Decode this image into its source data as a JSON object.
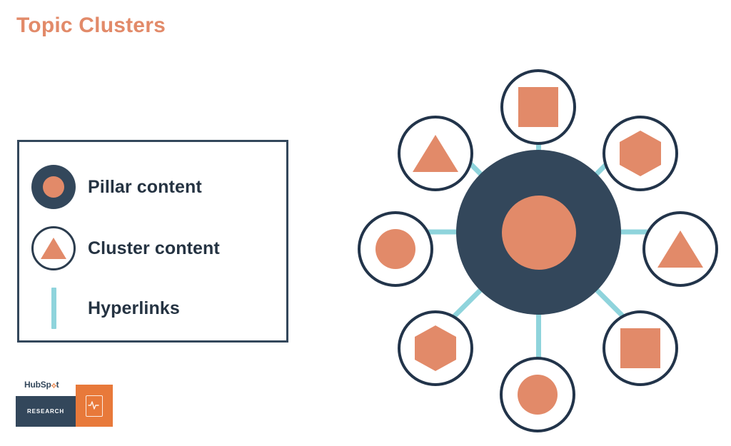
{
  "page": {
    "title": "Topic Clusters",
    "background_color": "#FFFFFF"
  },
  "colors": {
    "accent_orange": "#E28A69",
    "navy": "#33475B",
    "navy_dark": "#22344A",
    "link_blue": "#8FD4DC",
    "logo_orange": "#E8793A"
  },
  "legend": {
    "items": [
      {
        "label": "Pillar content",
        "marker": "filled-navy-circle-with-orange-core"
      },
      {
        "label": "Cluster content",
        "marker": "outlined-circle-with-orange-triangle"
      },
      {
        "label": "Hyperlinks",
        "marker": "light-blue-vertical-line"
      }
    ]
  },
  "diagram": {
    "hub": {
      "type": "pillar-content",
      "outer_color": "#33475B",
      "inner_color": "#E28A69"
    },
    "nodes": [
      {
        "position": "top",
        "shape": "square",
        "angle": -90
      },
      {
        "position": "top-right",
        "shape": "hexagon",
        "angle": -45
      },
      {
        "position": "right",
        "shape": "triangle",
        "angle": 0
      },
      {
        "position": "bottom-right",
        "shape": "square",
        "angle": 45
      },
      {
        "position": "bottom",
        "shape": "circle",
        "angle": 90
      },
      {
        "position": "bottom-left",
        "shape": "hexagon",
        "angle": 135
      },
      {
        "position": "left",
        "shape": "circle",
        "angle": 180
      },
      {
        "position": "top-left",
        "shape": "triangle",
        "angle": 225
      }
    ],
    "connector_count": 8
  },
  "footer_logo": {
    "brand": "HubSp",
    "brand_suffix": "t",
    "research_label": "RESEARCH",
    "icon": "document-chart-icon"
  }
}
